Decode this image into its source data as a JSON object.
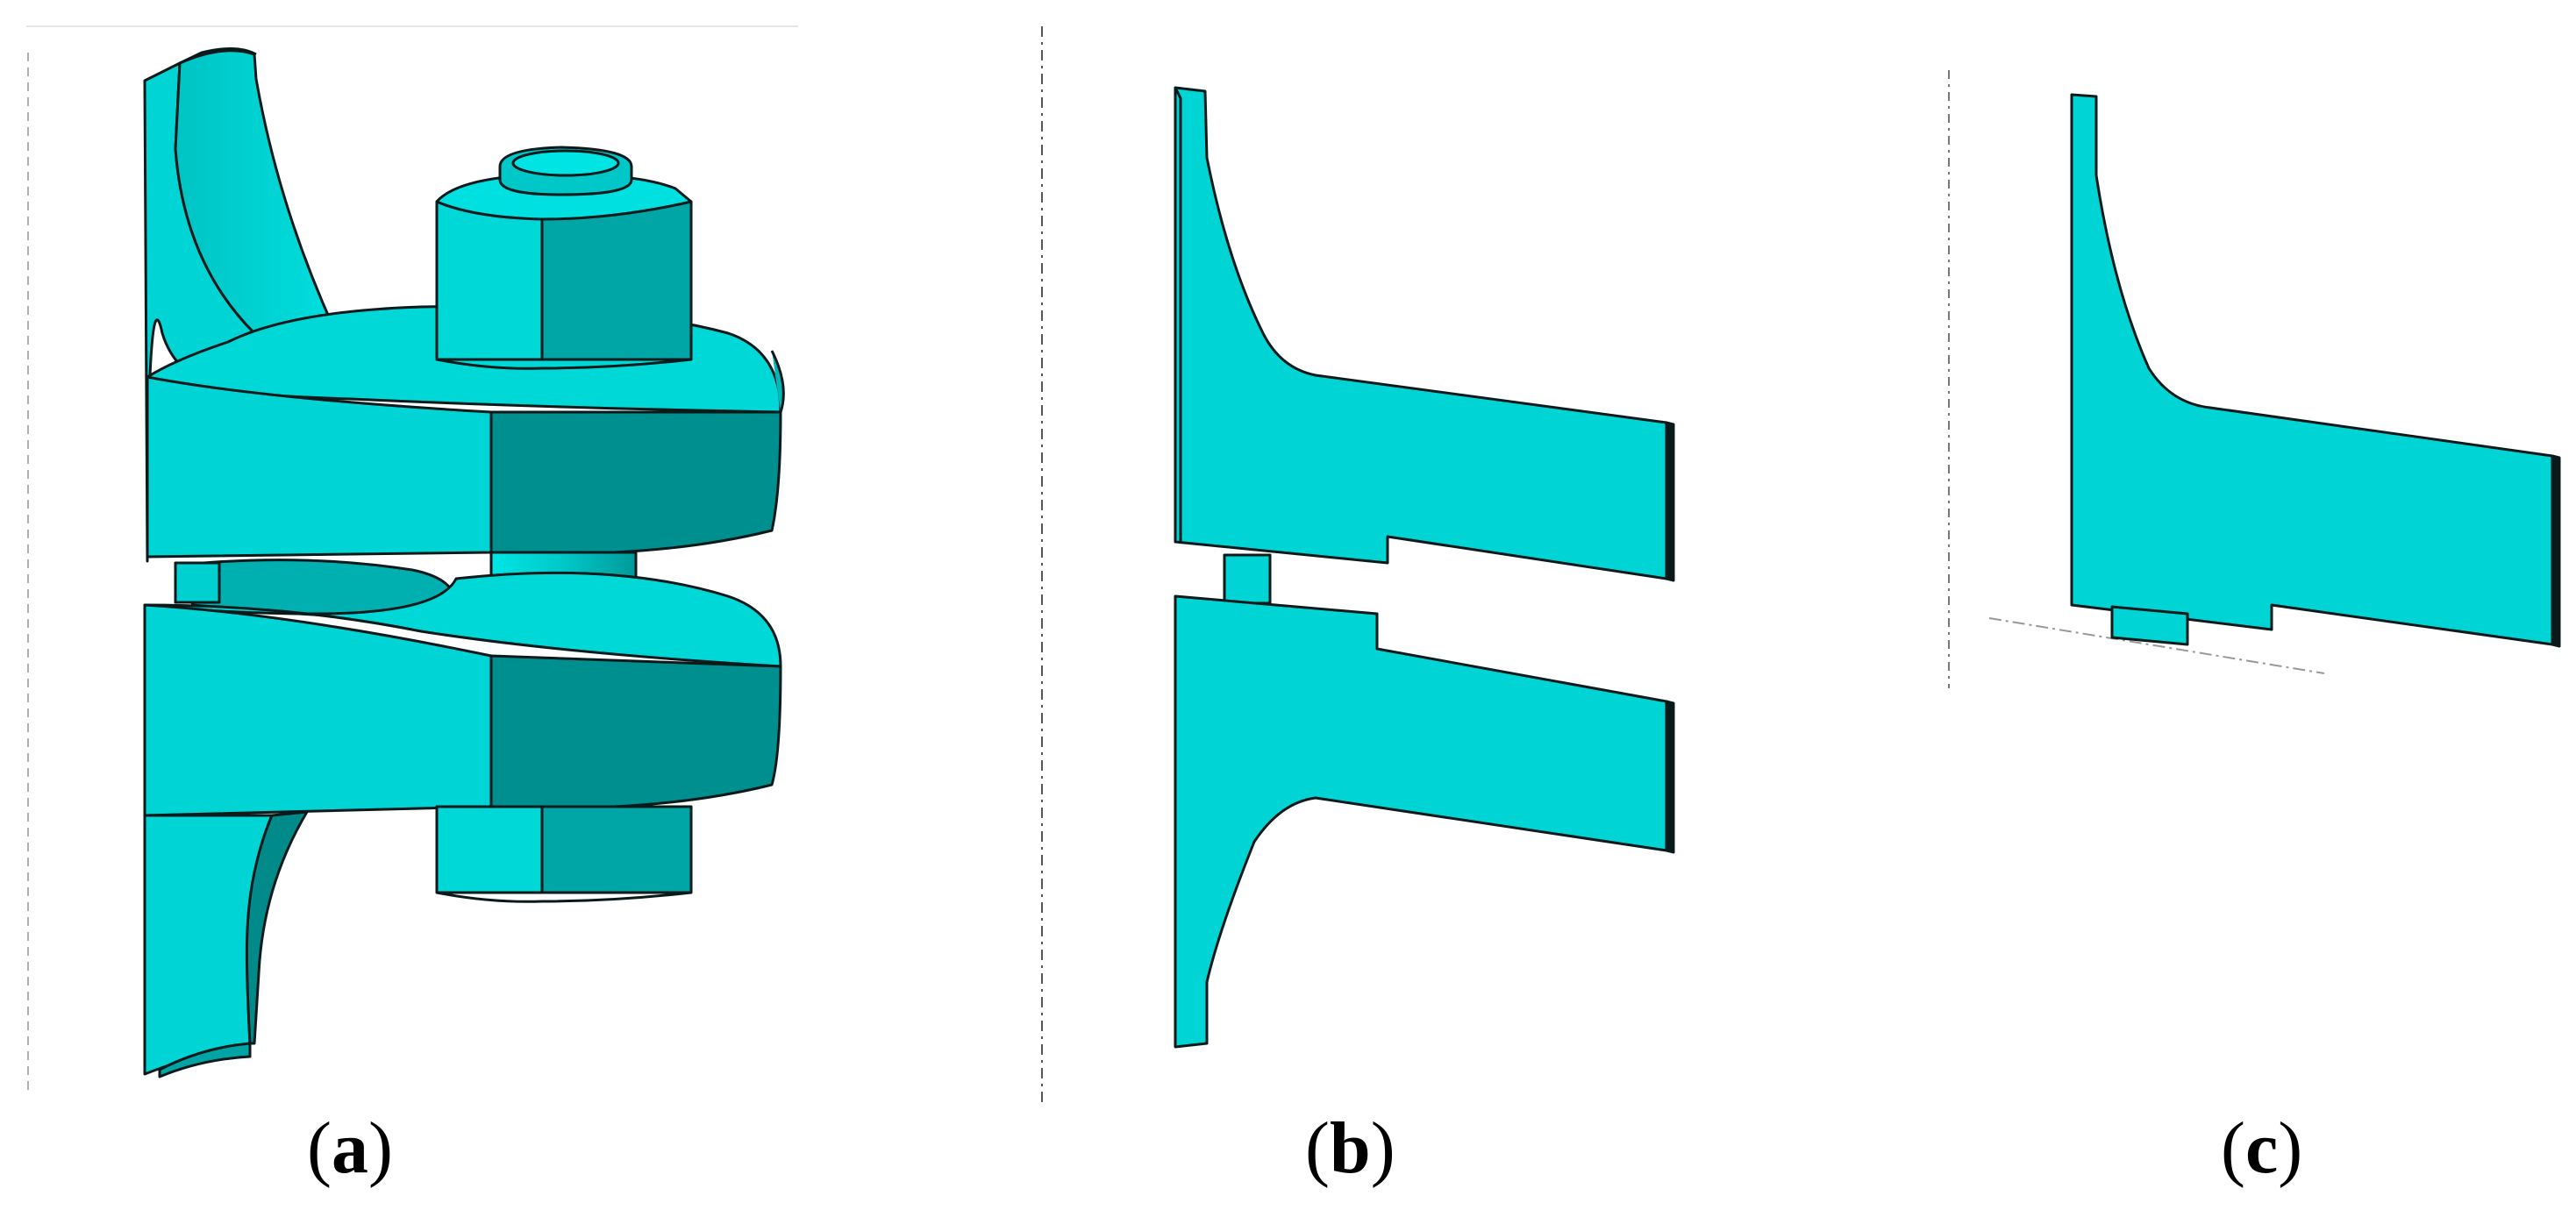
{
  "panels": [
    {
      "id": "a",
      "letter": "a",
      "open": "(",
      "close": ")"
    },
    {
      "id": "b",
      "letter": "b",
      "open": "(",
      "close": ")"
    },
    {
      "id": "c",
      "letter": "c",
      "open": "(",
      "close": ")"
    }
  ],
  "colors": {
    "part_top": "#00d8d8",
    "part_side": "#00b3b3",
    "part_dark": "#008a8a",
    "outline": "#0a1a1a",
    "guide": "#9a9a9a"
  }
}
